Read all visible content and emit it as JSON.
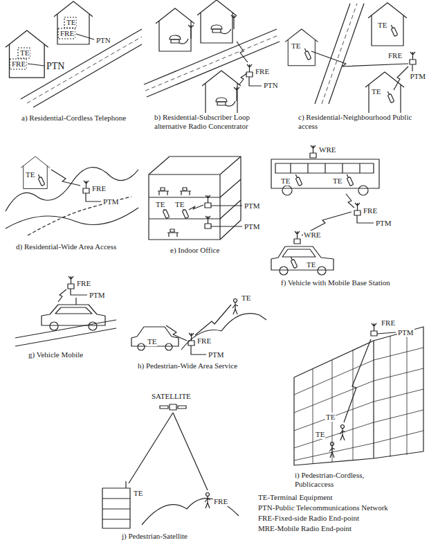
{
  "diagram": {
    "labels": [
      "TE",
      "FRE",
      "PTN",
      "TE",
      "FRE",
      "PTN",
      "a) Residential-Cordless Telephone",
      "FRE",
      "PTN",
      "b) Residential-Subscriber Loop alternative Radio Concentrator",
      "TE",
      "TE",
      "TE",
      "FRE",
      "PTM",
      "c) Residential-Neighbourhood Public access",
      "TE",
      "FRE",
      "PTM",
      "d) Residential-Wide Area Access",
      "TE",
      "TE",
      "PTM",
      "PTM",
      "e) Indoor Office",
      "WRE",
      "TE",
      "TE",
      "FRE",
      "PTM",
      "WRE",
      "TE",
      "f) Vehicle with Mobile Base Station",
      "FRE",
      "PTM",
      "g) Vehicle Mobile",
      "TE",
      "TE",
      "FRE",
      "PTM",
      "h) Pedestrian-Wide Area Service",
      "FRE",
      "PTM",
      "TE",
      "TE",
      "i) Pedestrian-Cordless, Publicaccess",
      "SATELLITE",
      "TE",
      "FRE",
      "j) Pedestrian-Satellite",
      "TE-Terminal Equipment",
      "PTN-Public Telecommunications Network",
      "FRE-Fixed-side Radio End-point",
      "MRE-Mobile Radio End-point"
    ]
  }
}
